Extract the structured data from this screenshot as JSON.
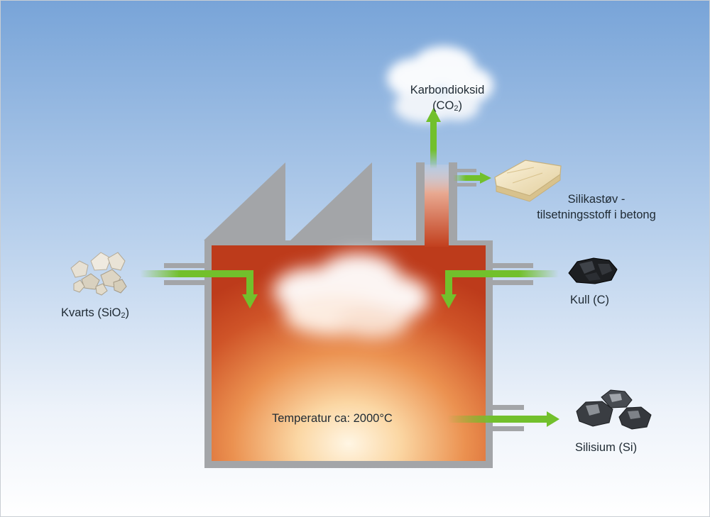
{
  "labels": {
    "co2_line1": "Karbondioksid",
    "co2_line2_pre": "(CO",
    "co2_line2_sub": "2",
    "co2_line2_post": ")",
    "silica_line1": "Silikastøv -",
    "silica_line2": "tilsetningsstoff i betong",
    "quartz_pre": "Kvarts (SiO",
    "quartz_sub": "2",
    "quartz_post": ")",
    "coal": "Kull (C)",
    "silicon": "Silisium (Si)",
    "temperature": "Temperatur ca: 2000°C"
  },
  "colors": {
    "sky_top": "#7ba7d9",
    "sky_bottom": "#ffffff",
    "factory_gray": "#a3a5a8",
    "arrow_green": "#72c02c",
    "furnace_hot": "#c0401f",
    "furnace_glow": "#fbe0b6"
  },
  "icons": {
    "quartz": "quartz-rocks-icon",
    "coal": "coal-lump-icon",
    "silicon": "silicon-lumps-icon",
    "silica_fume": "silica-bag-icon",
    "co2_cloud": "cloud-icon"
  }
}
